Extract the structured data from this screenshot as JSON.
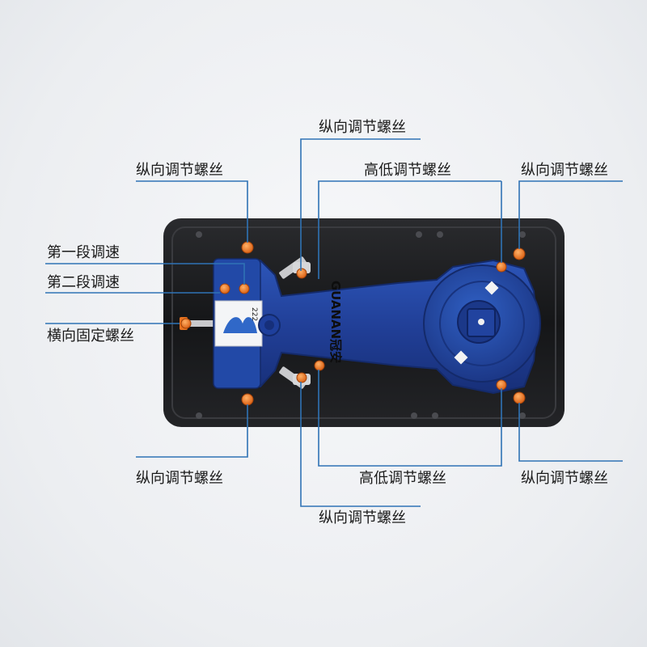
{
  "labels": {
    "top_center_longitudinal": "纵向调节螺丝",
    "top_left_longitudinal": "纵向调节螺丝",
    "top_height": "高低调节螺丝",
    "top_right_longitudinal": "纵向调节螺丝",
    "speed_stage_one": "第一段调速",
    "speed_stage_two": "第二段调速",
    "lateral_fixing": "横向固定螺丝",
    "bottom_left_longitudinal": "纵向调节螺丝",
    "bottom_height": "高低调节螺丝",
    "bottom_right_longitudinal": "纵向调节螺丝",
    "bottom_center_longitudinal": "纵向调节螺丝"
  },
  "device": {
    "brand_text": "GUANAN冠安",
    "sticker_number": "222"
  },
  "colors": {
    "leader_line": "#2f73b5",
    "body_blue": "#1f3f96",
    "screw_orange": "#e8721f",
    "tray_black": "#1c1d1f"
  }
}
